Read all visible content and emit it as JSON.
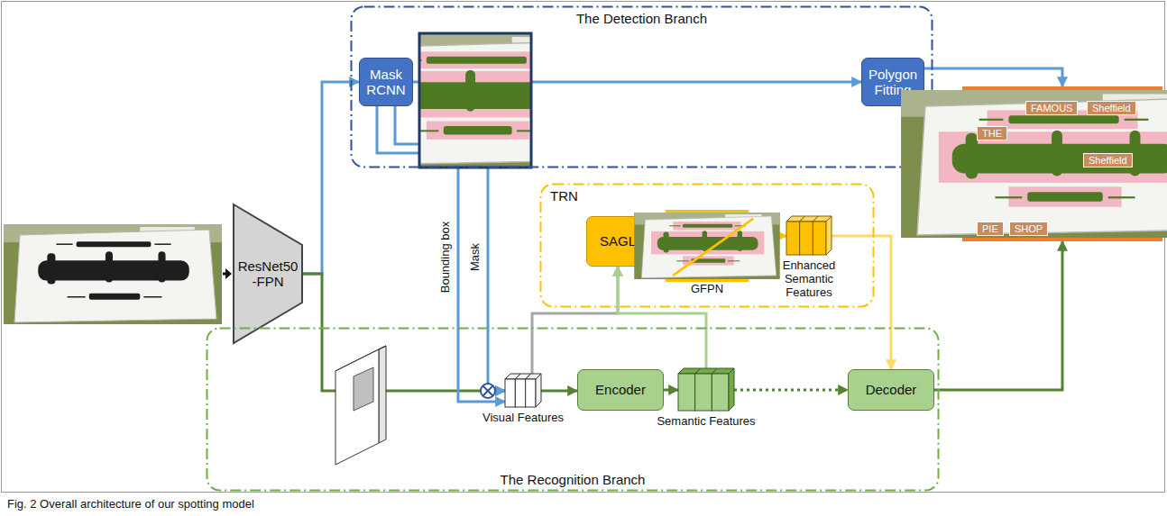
{
  "diagram": {
    "caption": "Fig. 2 Overall architecture of our spotting model",
    "nodes": [
      {
        "text": [
          "The Detection Branch"
        ]
      },
      {
        "text": [
          "Mask RCNN"
        ],
        "in": 0
      },
      {
        "text": [
          "Polygon Fitting"
        ],
        "in": 0
      },
      {
        "text": [
          "ResNet50 -FPN"
        ]
      },
      {
        "text": [
          "TRN"
        ]
      },
      {
        "text": [
          "SAGL"
        ],
        "in": 4
      },
      {
        "text": [
          "GFPN"
        ],
        "in": 4
      },
      {
        "text": [
          "Enhanced Semantic Features"
        ],
        "in": 4
      },
      {
        "text": [
          "The Recognition Branch"
        ]
      },
      {
        "text": [
          "Visual Features"
        ],
        "in": 8
      },
      {
        "text": [
          "Encoder"
        ],
        "in": 8
      },
      {
        "text": [
          "Semantic Features"
        ],
        "in": 8
      },
      {
        "text": [
          "Decoder"
        ],
        "in": 8
      },
      {
        "text": [
          "THE",
          "FAMOUS",
          "Sheffield",
          "Sheffield",
          "PIE",
          "SHOP"
        ]
      }
    ],
    "edges": [
      {
        "from": 3,
        "to": 1,
        "arrow": "to"
      },
      {
        "from": 3,
        "to": 9,
        "arrow": "to"
      },
      {
        "from": 1,
        "to": 2,
        "arrow": "to"
      },
      {
        "from": 1,
        "to": 9,
        "label": "Bounding box",
        "arrow": "to"
      },
      {
        "from": 1,
        "to": 9,
        "label": "Mask",
        "arrow": "to"
      },
      {
        "from": 9,
        "to": 10,
        "arrow": "to"
      },
      {
        "from": 10,
        "to": 11,
        "arrow": "to"
      },
      {
        "from": 11,
        "to": 12,
        "arrow": "to"
      },
      {
        "from": 9,
        "to": 5,
        "arrow": "to"
      },
      {
        "from": 11,
        "to": 5,
        "arrow": "to"
      },
      {
        "from": 6,
        "to": 7,
        "arrow": "to"
      },
      {
        "from": 7,
        "to": 12,
        "arrow": "to"
      },
      {
        "from": 2,
        "to": 13,
        "arrow": "to"
      },
      {
        "from": 12,
        "to": 13,
        "arrow": "to"
      }
    ]
  }
}
